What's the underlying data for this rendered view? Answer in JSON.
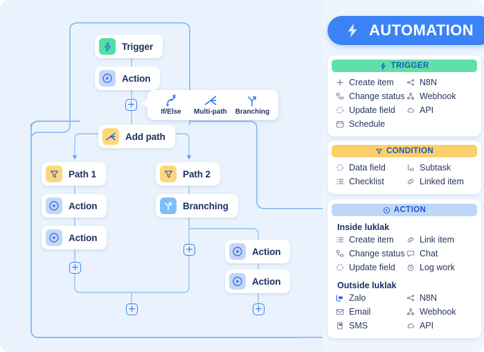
{
  "badge": {
    "title": "AUTOMATION",
    "icon": "bolt-icon",
    "color": "#3b82f6"
  },
  "canvas": {
    "nodes": [
      {
        "id": "trigger",
        "label": "Trigger",
        "icon": "bolt-icon",
        "icon_color": "#4fe0a4"
      },
      {
        "id": "action1",
        "label": "Action",
        "icon": "play-icon",
        "icon_color": "#c3d7fb"
      },
      {
        "id": "addpath",
        "label": "Add path",
        "icon": "multipath-icon",
        "icon_color": "#fcd77c"
      },
      {
        "id": "path1",
        "label": "Path 1",
        "icon": "filter-icon",
        "icon_color": "#fcd77c"
      },
      {
        "id": "path2",
        "label": "Path 2",
        "icon": "filter-icon",
        "icon_color": "#fcd77c"
      },
      {
        "id": "p1action1",
        "label": "Action",
        "icon": "play-icon",
        "icon_color": "#c3d7fb"
      },
      {
        "id": "p1action2",
        "label": "Action",
        "icon": "play-icon",
        "icon_color": "#c3d7fb"
      },
      {
        "id": "branching",
        "label": "Branching",
        "icon": "branch-icon",
        "icon_color": "#7cc0fa"
      },
      {
        "id": "p2action1",
        "label": "Action",
        "icon": "play-icon",
        "icon_color": "#c3d7fb"
      },
      {
        "id": "p2action2",
        "label": "Action",
        "icon": "play-icon",
        "icon_color": "#c3d7fb"
      }
    ],
    "add_buttons": [
      {
        "id": "add-main"
      },
      {
        "id": "add-path1-end"
      },
      {
        "id": "add-branch-left"
      },
      {
        "id": "add-merge"
      },
      {
        "id": "add-path2-end"
      }
    ],
    "plus_glyph": "+",
    "tooltip": {
      "items": [
        {
          "label": "If/Else",
          "icon": "if-else-icon"
        },
        {
          "label": "Multi-path",
          "icon": "multipath-icon"
        },
        {
          "label": "Branching",
          "icon": "branch-icon"
        }
      ]
    }
  },
  "panels": [
    {
      "id": "trigger-panel",
      "title": "TRIGGER",
      "icon": "bolt-icon",
      "header_color": "#5fe0a8",
      "groups": [
        {
          "subhead": null,
          "items": [
            {
              "label": "Create item",
              "icon": "plus-icon"
            },
            {
              "label": "N8N",
              "icon": "share-nodes-icon"
            },
            {
              "label": "Change status",
              "icon": "flow-icon"
            },
            {
              "label": "Webhook",
              "icon": "webhook-icon"
            },
            {
              "label": "Update field",
              "icon": "dashed-circle-icon"
            },
            {
              "label": "API",
              "icon": "cloud-icon"
            },
            {
              "label": "Schedule",
              "icon": "calendar-icon"
            }
          ]
        }
      ]
    },
    {
      "id": "condition-panel",
      "title": "CONDITION",
      "icon": "filter-icon",
      "header_color": "#fbd06b",
      "groups": [
        {
          "subhead": null,
          "items": [
            {
              "label": "Data field",
              "icon": "dashed-circle-icon"
            },
            {
              "label": "Subtask",
              "icon": "subtask-icon"
            },
            {
              "label": "Checklist",
              "icon": "checklist-icon"
            },
            {
              "label": "Linked item",
              "icon": "link-icon"
            }
          ]
        }
      ]
    },
    {
      "id": "action-panel",
      "title": "ACTION",
      "icon": "play-icon",
      "header_color": "#bdd7fb",
      "groups": [
        {
          "subhead": "Inside luklak",
          "items": [
            {
              "label": "Create item",
              "icon": "checklist-icon"
            },
            {
              "label": "Link item",
              "icon": "link-icon"
            },
            {
              "label": "Change status",
              "icon": "flow-icon"
            },
            {
              "label": "Chat",
              "icon": "chat-icon"
            },
            {
              "label": "Update field",
              "icon": "dashed-circle-icon"
            },
            {
              "label": "Log work",
              "icon": "clock-hand-icon"
            }
          ]
        },
        {
          "subhead": "Outside luklak",
          "items": [
            {
              "label": "Zalo",
              "icon": "zalo-icon"
            },
            {
              "label": "N8N",
              "icon": "share-nodes-icon"
            },
            {
              "label": "Email",
              "icon": "envelope-icon"
            },
            {
              "label": "Webhook",
              "icon": "webhook-icon"
            },
            {
              "label": "SMS",
              "icon": "sms-icon"
            },
            {
              "label": "API",
              "icon": "cloud-icon"
            }
          ]
        }
      ]
    }
  ]
}
